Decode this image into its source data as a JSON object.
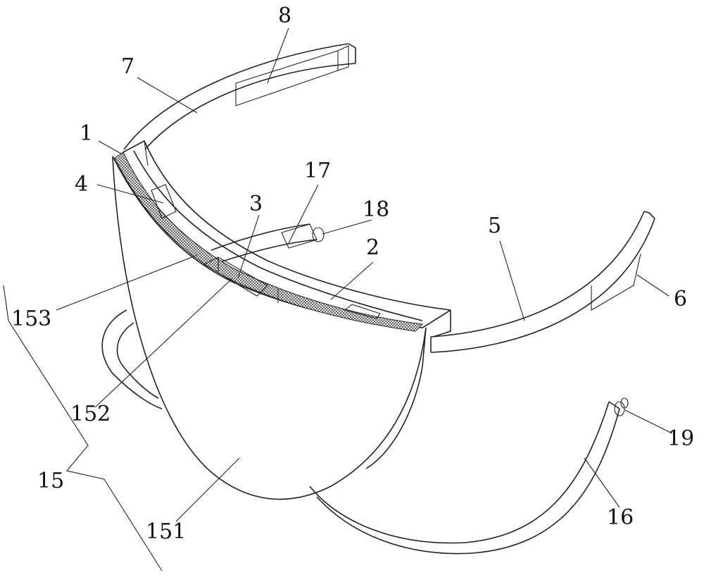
{
  "figure": {
    "labels": {
      "l8": "8",
      "l7": "7",
      "l1": "1",
      "l4": "4",
      "l17": "17",
      "l3": "3",
      "l18": "18",
      "l5": "5",
      "l2": "2",
      "l6": "6",
      "l153": "153",
      "l152": "152",
      "l15": "15",
      "l19": "19",
      "l16": "16",
      "l151": "151"
    }
  }
}
